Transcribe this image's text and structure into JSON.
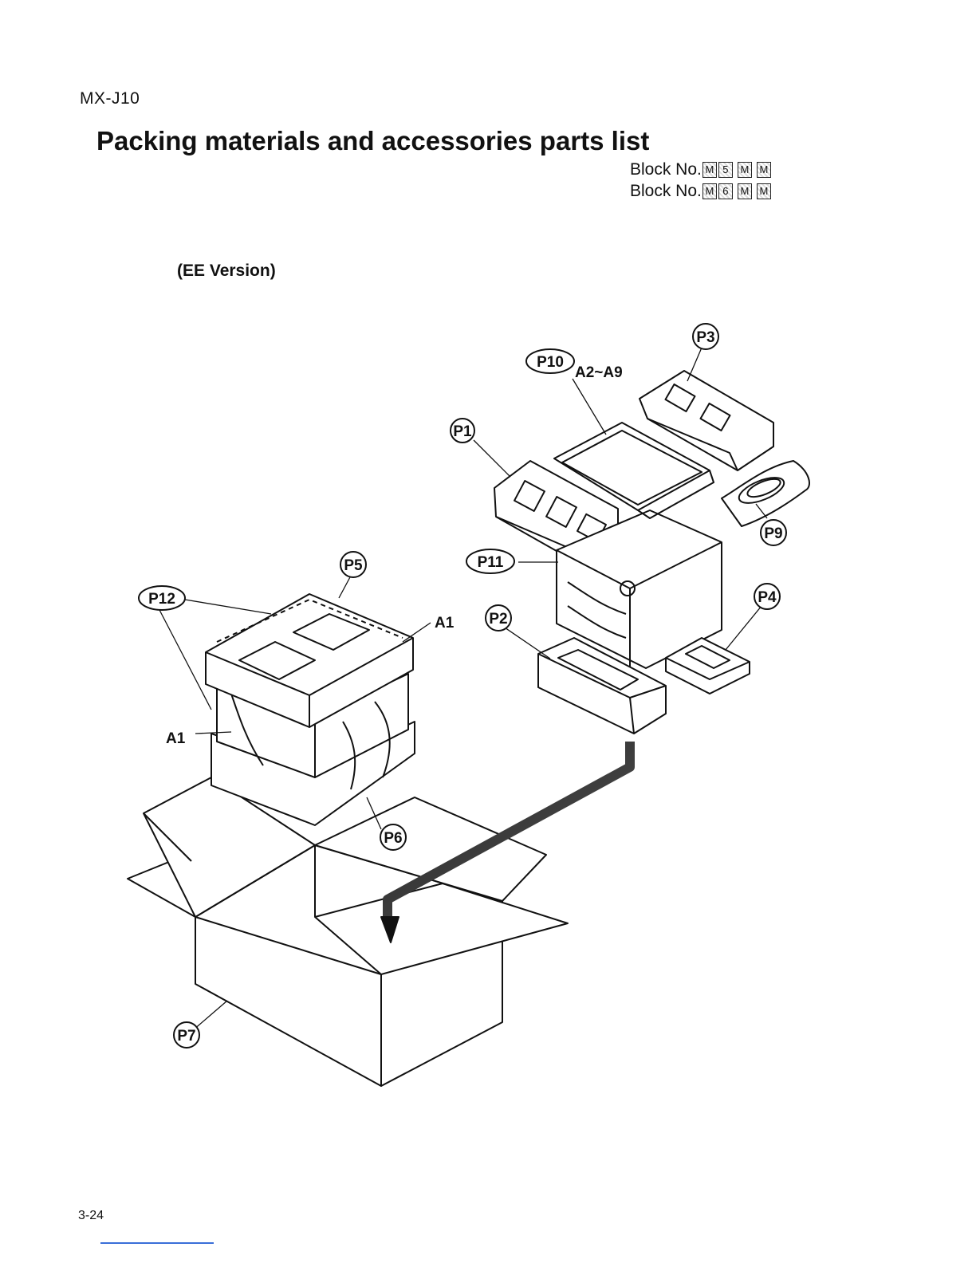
{
  "header": {
    "model": "MX-J10",
    "title": "Packing materials and accessories parts list",
    "block_prefix": "Block No.",
    "block_rows": [
      [
        "M",
        "5",
        "M",
        "M"
      ],
      [
        "M",
        "6",
        "M",
        "M"
      ]
    ],
    "version": "(EE Version)"
  },
  "diagram": {
    "callouts": {
      "p1": "P1",
      "p2": "P2",
      "p3": "P3",
      "p4": "P4",
      "p5": "P5",
      "p6": "P6",
      "p7": "P7",
      "p9": "P9",
      "p10": "P10",
      "p11": "P11",
      "p12": "P12"
    },
    "labels": {
      "a2_a9": "A2~A9",
      "a1_right": "A1",
      "a1_left": "A1"
    }
  },
  "footer": {
    "page": "3-24"
  }
}
